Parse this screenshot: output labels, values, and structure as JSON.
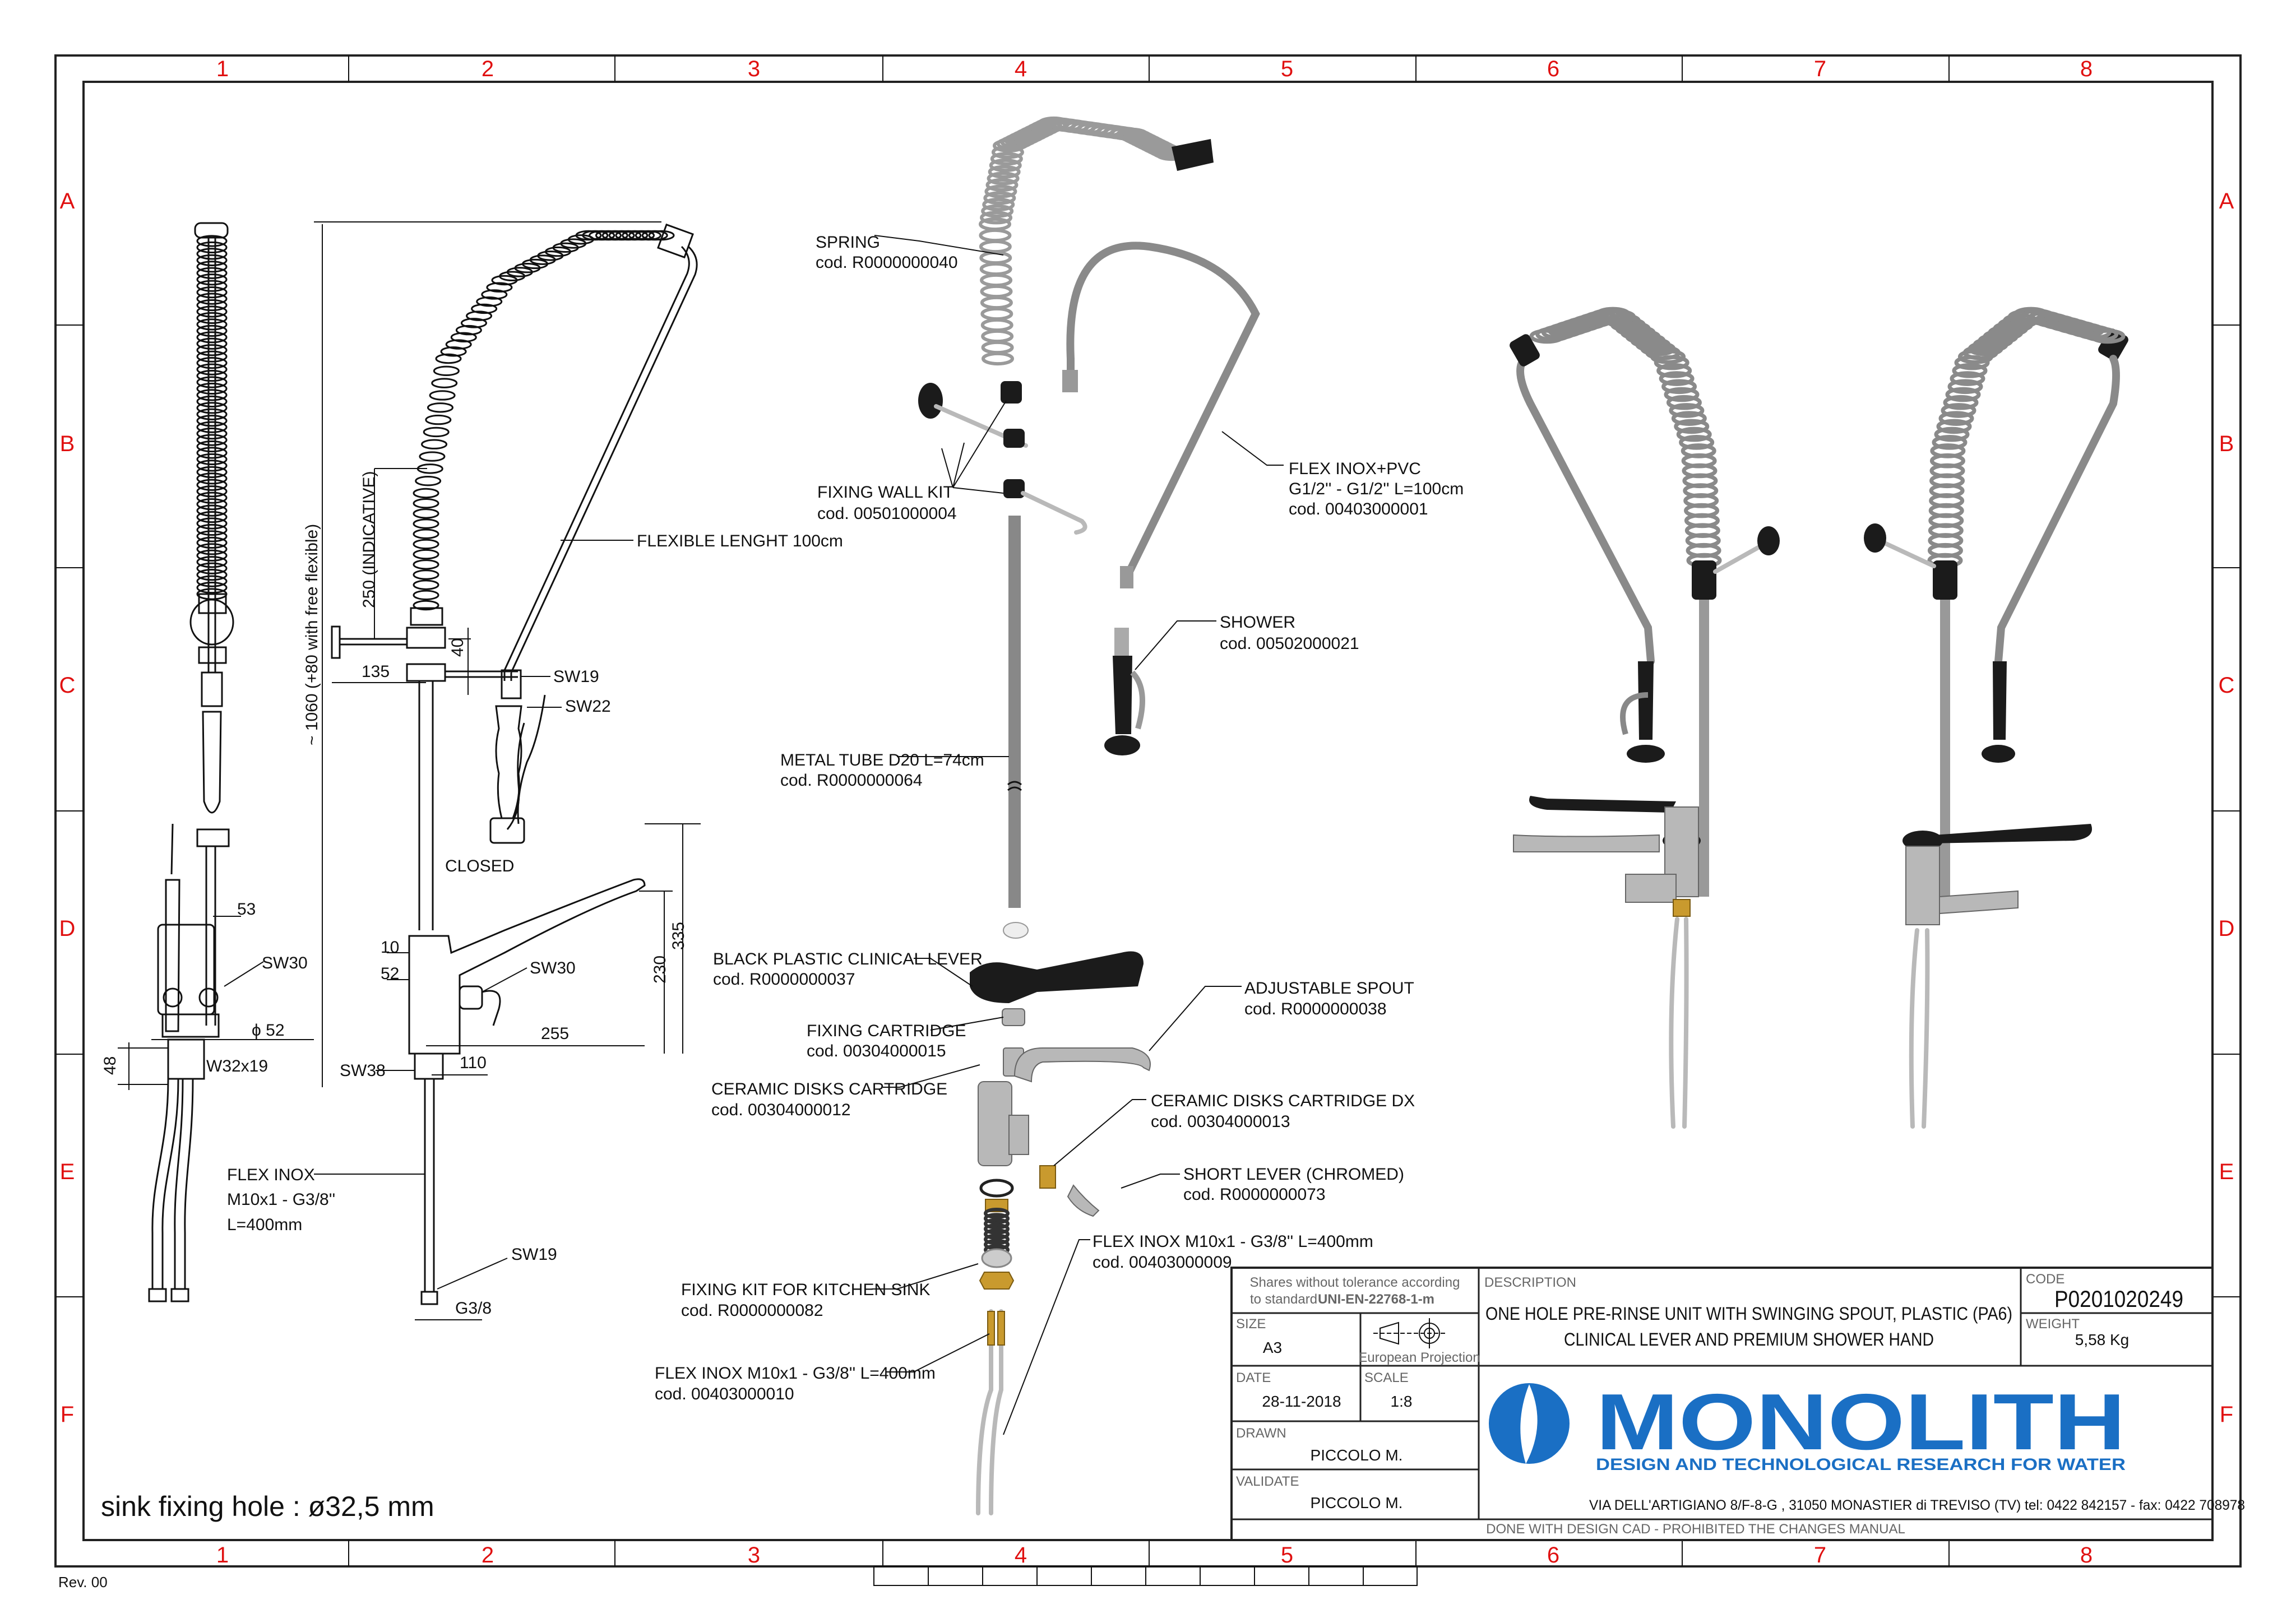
{
  "sheet": {
    "columns": [
      "1",
      "2",
      "3",
      "4",
      "5",
      "6",
      "7",
      "8"
    ],
    "rows": [
      "A",
      "B",
      "C",
      "D",
      "E",
      "F"
    ],
    "revision": "Rev. 00",
    "footer_note": "sink fixing hole : ø32,5 mm"
  },
  "dimensions": {
    "flexible_length": "FLEXIBLE LENGHT 100cm",
    "height_total": "~ 1060 (+80 with free flexible)",
    "indicative": "250  (INDICATIVE)",
    "d135": "135",
    "d40": "40",
    "sw19_top": "SW19",
    "sw22": "SW22",
    "closed": "CLOSED",
    "d53": "53",
    "sw30_left": "SW30",
    "phi52": "ϕ 52",
    "d48": "48",
    "w32x19": "W32x19",
    "d10": "10",
    "d52": "52",
    "sw30_right": "SW30",
    "d255": "255",
    "d230": "230",
    "d335": "335",
    "sw38": "SW38",
    "d110": "110",
    "flex_inox_lines": [
      "FLEX INOX",
      "M10x1 - G3/8''",
      "L=400mm"
    ],
    "sw19_bottom": "SW19",
    "g38": "G3/8"
  },
  "parts": [
    {
      "name": "SPRING",
      "code": "cod. R0000000040"
    },
    {
      "name": "FIXING WALL KIT",
      "code": "cod. 00501000004"
    },
    {
      "name": "FLEX INOX+PVC",
      "spec": "G1/2'' - G1/2'' L=100cm",
      "code": "cod. 00403000001"
    },
    {
      "name": "SHOWER",
      "code": "cod. 00502000021"
    },
    {
      "name": "METAL TUBE D20 L=74cm",
      "code": "cod. R0000000064"
    },
    {
      "name": "BLACK PLASTIC CLINICAL LEVER",
      "code": "cod. R0000000037"
    },
    {
      "name": "ADJUSTABLE SPOUT",
      "code": "cod. R0000000038"
    },
    {
      "name": "FIXING CARTRIDGE",
      "code": "cod. 00304000015"
    },
    {
      "name": "CERAMIC DISKS CARTRIDGE",
      "code": "cod. 00304000012"
    },
    {
      "name": "CERAMIC DISKS CARTRIDGE DX",
      "code": "cod. 00304000013"
    },
    {
      "name": "SHORT LEVER (CHROMED)",
      "code": "cod. R0000000073"
    },
    {
      "name": "FLEX INOX M10x1 - G3/8'' L=400mm",
      "code": "cod. 00403000009"
    },
    {
      "name": "FIXING KIT FOR KITCHEN SINK",
      "code": "cod. R0000000082"
    },
    {
      "name": "FLEX INOX M10x1 - G3/8'' L=400mm",
      "code": "cod. 00403000010"
    }
  ],
  "title_block": {
    "tolerance_line1": "Shares without tolerance according",
    "tolerance_line2_prefix": "to standard",
    "tolerance_standard": "UNI-EN-22768-1-m",
    "description_label": "DESCRIPTION",
    "description_line1": "ONE HOLE PRE-RINSE UNIT WITH SWINGING SPOUT, PLASTIC (PA6)",
    "description_line2": "CLINICAL LEVER AND PREMIUM SHOWER HAND",
    "code_label": "CODE",
    "code": "P0201020249",
    "weight_label": "WEIGHT",
    "weight": "5,58 Kg",
    "size_label": "SIZE",
    "size": "A3",
    "projection": "European Projection",
    "date_label": "DATE",
    "date": "28-11-2018",
    "scale_label": "SCALE",
    "scale": "1:8",
    "drawn_label": "DRAWN",
    "drawn": "PICCOLO M.",
    "validate_label": "VALIDATE",
    "validate": "PICCOLO M.",
    "company": "MONOLITH",
    "tagline": "DESIGN AND TECHNOLOGICAL RESEARCH FOR WATER",
    "address": "VIA DELL'ARTIGIANO 8/F-8-G , 31050 MONASTIER di TREVISO (TV) tel: 0422 842157 - fax: 0422 708978",
    "disclaimer": "DONE WITH DESIGN CAD - PROHIBITED THE CHANGES MANUAL"
  },
  "colors": {
    "brand": "#1a6fc4",
    "grid_labels": "#e01010"
  }
}
